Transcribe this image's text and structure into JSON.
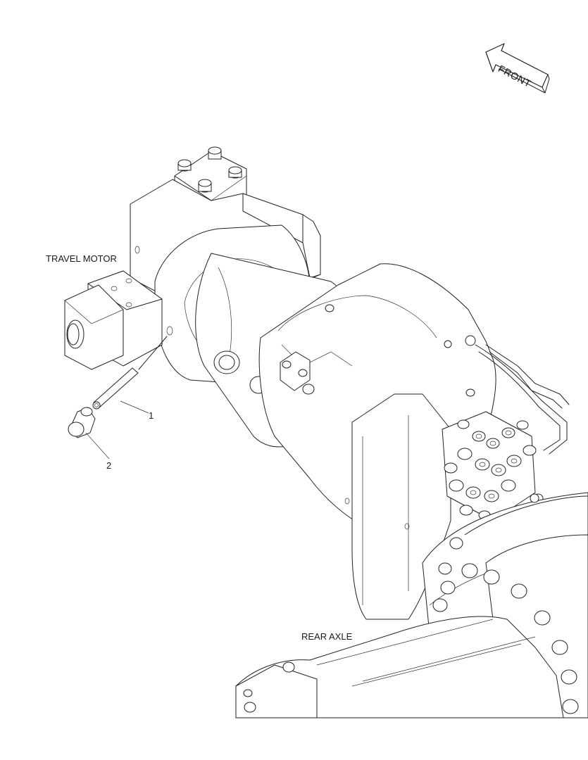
{
  "labels": {
    "travel_motor": "TRAVEL MOTOR",
    "rear_axle": "REAR AXLE",
    "front": "FRONT",
    "callout_1": "1",
    "callout_2": "2"
  },
  "colors": {
    "line": "#222222",
    "background": "#ffffff"
  }
}
